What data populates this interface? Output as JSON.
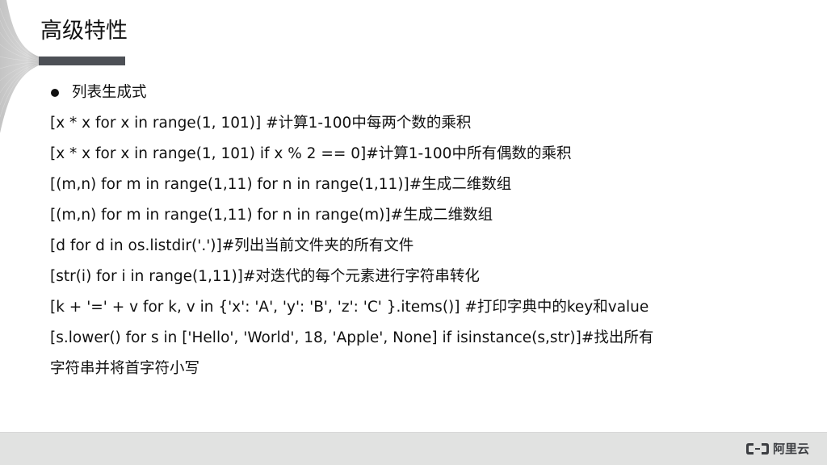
{
  "slide": {
    "title": "高级特性",
    "section_heading": "列表生成式",
    "lines": [
      "[x * x for x in range(1, 101)] #计算1-100中每两个数的乘积",
      "[x * x for x in range(1, 101) if x % 2 == 0]#计算1-100中所有偶数的乘积",
      "[(m,n) for m in range(1,11) for n in range(1,11)]#生成二维数组",
      "[(m,n) for m in range(1,11) for n in range(m)]#生成二维数组",
      "[d for d in os.listdir('.')]#列出当前文件夹的所有文件",
      "[str(i) for i in range(1,11)]#对迭代的每个元素进行字符串转化",
      "[k + '=' + v for k, v in {'x': 'A', 'y': 'B', 'z': 'C' }.items()] #打印字典中的key和value",
      "[s.lower() for s in ['Hello', 'World', 18, 'Apple', None] if isinstance(s,str)]#找出所有",
      "字符串并将首字符小写"
    ]
  },
  "footer": {
    "logo_icon": "aliyun-logo-icon",
    "logo_text": "阿里云"
  },
  "colors": {
    "title_bar": "#4d5056",
    "footer_bg": "#e1e2e1",
    "text": "#111111",
    "logo": "#3c3e42"
  }
}
